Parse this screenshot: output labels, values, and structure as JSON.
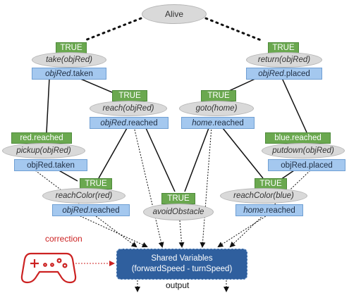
{
  "nodes": {
    "alive": "Alive",
    "take": {
      "cond": "TRUE",
      "action": "take(objRed)",
      "eff_obj": "objRed",
      "eff_rest": ".taken"
    },
    "return": {
      "cond": "TRUE",
      "action": "return(objRed)",
      "eff_obj": "objRed",
      "eff_rest": ".placed"
    },
    "reach": {
      "cond": "TRUE",
      "action": "reach(objRed)",
      "eff_obj": "objRed",
      "eff_rest": ".reached"
    },
    "goto": {
      "cond": "TRUE",
      "action": "goto(home)",
      "eff_obj": "home",
      "eff_rest": ".reached"
    },
    "pickup": {
      "cond": "red.reached",
      "action": "pickup(objRed)",
      "effect": "objRed.taken"
    },
    "putdown": {
      "cond": "blue.reached",
      "action": "putdown(objRed)",
      "effect": "objRed.placed"
    },
    "reach_red": {
      "cond": "TRUE",
      "action": "reachColor(red)",
      "eff_obj": "objRed",
      "eff_rest": ".reached"
    },
    "avoid": {
      "cond": "TRUE",
      "action": "avoidObstacle"
    },
    "reach_blue": {
      "cond": "TRUE",
      "action": "reachColor(blue)",
      "eff_obj": "home",
      "eff_rest": ".reached"
    }
  },
  "shared": {
    "line1": "Shared Variables",
    "line2": "(forwardSpeed - turnSpeed)"
  },
  "correction_label": "correction",
  "output_label": "output",
  "colors": {
    "condition": "#6aa84f",
    "oval": "#d9d9d9",
    "effect": "#a4c8ef",
    "shared_box": "#2f5f9e",
    "correction": "#cc2222",
    "edge": "#111111"
  },
  "icons": {
    "gamepad": "gamepad-icon"
  }
}
